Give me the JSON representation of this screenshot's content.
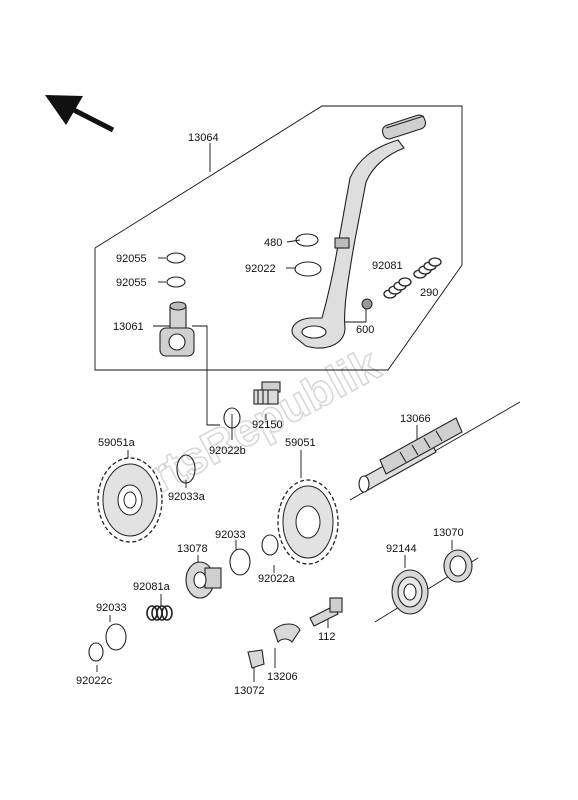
{
  "watermark": "PartsRepublik",
  "labels": {
    "p13064": "13064",
    "p480": "480",
    "p92022": "92022",
    "p92081": "92081",
    "p290": "290",
    "p92055a": "92055",
    "p92055b": "92055",
    "p13061": "13061",
    "p600": "600",
    "p92150": "92150",
    "p13066": "13066",
    "p59051a": "59051a",
    "p92022b": "92022b",
    "p59051": "59051",
    "p92033a": "92033a",
    "p92033": "92033",
    "p13078": "13078",
    "p92022a": "92022a",
    "p92144": "92144",
    "p13070": "13070",
    "p92081a": "92081a",
    "p92033b": "92033",
    "p112": "112",
    "p13206": "13206",
    "p92022c": "92022c",
    "p13072": "13072"
  }
}
